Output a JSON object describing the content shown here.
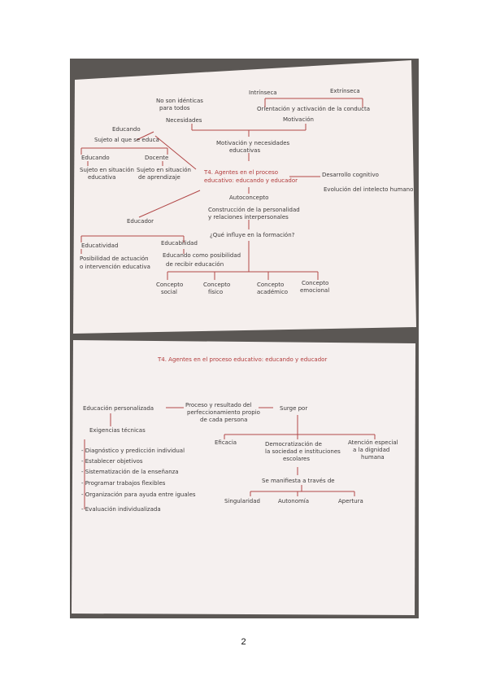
{
  "page_number": "2",
  "photo1": {
    "nodes": {
      "intrinseca": "Intrínseca",
      "extrinseca": "Extrínseca",
      "no_son_identicas_1": "No son idénticas",
      "no_son_identicas_2": "para todos",
      "orientacion": "Orientación y activación de la conducta",
      "necesidades": "Necesidades",
      "motivacion": "Motivación",
      "educando_top": "Educando",
      "sujeto_educa": "Sujeto al que se educa",
      "educando": "Educando",
      "docente": "Docente",
      "sujeto_sit_1": "Sujeto en situación",
      "sujeto_sit_2": "educativa",
      "sujeto_apr_1": "Sujeto en situación",
      "sujeto_apr_2": "de aprendizaje",
      "motiv_nec_1": "Motivación y necesidades",
      "motiv_nec_2": "educativas",
      "t4_1": "T4. Agentes en el proceso",
      "t4_2": "educativo: educando y educador",
      "desarrollo": "Desarrollo cognitivo",
      "evolucion": "Evolución del intelecto humano",
      "autoconcepto": "Autoconcepto",
      "construccion_1": "Construcción de la personalidad",
      "construccion_2": "y relaciones interpersonales",
      "educador": "Educador",
      "que_influye": "¿Qué influye en la formación?",
      "educabilidad": "Educabilidad",
      "educatividad": "Educatividad",
      "posibilidad_1": "Posibilidad de actuación",
      "posibilidad_2": "o intervención educativa",
      "educando_posib_1": "Educando como posibilidad",
      "educando_posib_2": "de recibir educación",
      "c_social_1": "Concepto",
      "c_social_2": "social",
      "c_fisico_1": "Concepto",
      "c_fisico_2": "físico",
      "c_academico_1": "Concepto",
      "c_academico_2": "académico",
      "c_emocional_1": "Concepto",
      "c_emocional_2": "emocional"
    }
  },
  "photo2": {
    "nodes": {
      "title": "T4. Agentes en el proceso educativo: educando y educador",
      "educacion_pers": "Educación personalizada",
      "proceso_1": "Proceso y resultado del",
      "proceso_2": "perfeccionamiento propio",
      "proceso_3": "de cada persona",
      "surge_por": "Surge por",
      "exigencias": "Exigencias técnicas",
      "eficacia": "Eficacia",
      "democ_1": "Democratización de",
      "democ_2": "la sociedad e instituciones",
      "democ_3": "escolares",
      "atencion_1": "Atención especial",
      "atencion_2": "a la dignidad",
      "atencion_3": "humana",
      "list": [
        "- Diagnóstico y predicción individual",
        "- Establecer objetivos",
        "- Sistematización de la enseñanza",
        "- Programar trabajos flexibles",
        "- Organización para ayuda entre iguales",
        "- Evaluación individualizada"
      ],
      "manifiesta": "Se manifiesta a través de",
      "singularidad": "Singularidad",
      "autonomia": "Autonomía",
      "apertura": "Apertura"
    }
  }
}
